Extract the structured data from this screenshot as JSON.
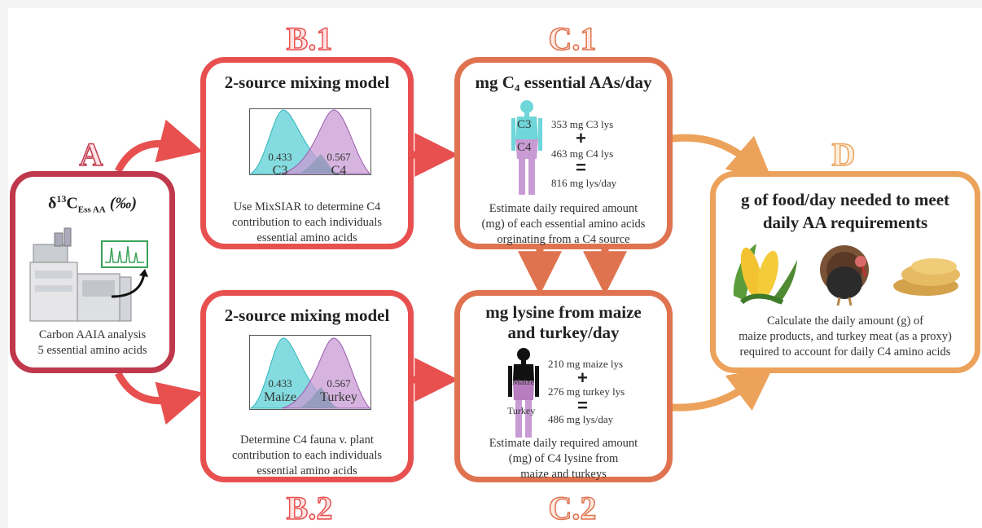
{
  "labels": {
    "a": "A",
    "b1": "B.1",
    "b2": "B.2",
    "c1": "C.1",
    "c2": "C.2",
    "d": "D"
  },
  "colors": {
    "a": "#c0384c",
    "b": "#e85050",
    "c": "#e0734f",
    "d": "#eca25a",
    "cyan": "#6fd6da",
    "purple": "#c99bd4"
  },
  "panel_a": {
    "title_delta": "δ",
    "title_sup": "13",
    "title_c": "C",
    "title_sub": "Ess AA",
    "title_unit": "(‰)",
    "line1": "Carbon AAIA analysis",
    "line2": "5 essential amino acids"
  },
  "panel_b1": {
    "title": "2-source mixing model",
    "left_value": "0.433",
    "left_label": "C3",
    "right_value": "0.567",
    "right_label": "C4",
    "text1": "Use MixSIAR to determine C4",
    "text2": "contribution to each individuals",
    "text3": "essential amino acids"
  },
  "panel_b2": {
    "title": "2-source mixing model",
    "left_value": "0.433",
    "left_label": "Maize",
    "right_value": "0.567",
    "right_label": "Turkey",
    "text1": "Determine C4 fauna v. plant",
    "text2": "contribution to each individuals",
    "text3": "essential amino acids"
  },
  "panel_c1": {
    "title": "mg C₄ essential AAs/day",
    "body_label_top": "C3",
    "body_label_bottom": "C4",
    "eq1": "353 mg C3 lys",
    "plus": "+",
    "eq2": "463 mg C4 lys",
    "equals": "=",
    "eq3": "816 mg lys/day",
    "text1": "Estimate daily required amount",
    "text2": "(mg) of each essential amino acids",
    "text3": "orginating from a C4 source"
  },
  "panel_c2": {
    "title1": "mg lysine from maize",
    "title2": "and turkey/day",
    "body_label_top": "Maize",
    "body_label_bottom": "Turkey",
    "eq1": "210 mg maize lys",
    "plus": "+",
    "eq2": "276 mg turkey lys",
    "equals": "=",
    "eq3": "486 mg lys/day",
    "text1": "Estimate daily required amount",
    "text2": "(mg) of C4 lysine from",
    "text3": "maize and turkeys"
  },
  "panel_d": {
    "title1": "g of food/day needed to meet",
    "title2": "daily AA requirements",
    "text1": "Calculate the daily amount (g) of",
    "text2": "maize products, and turkey meat (as a proxy)",
    "text3": "required to account for daily C4 amino acids"
  }
}
